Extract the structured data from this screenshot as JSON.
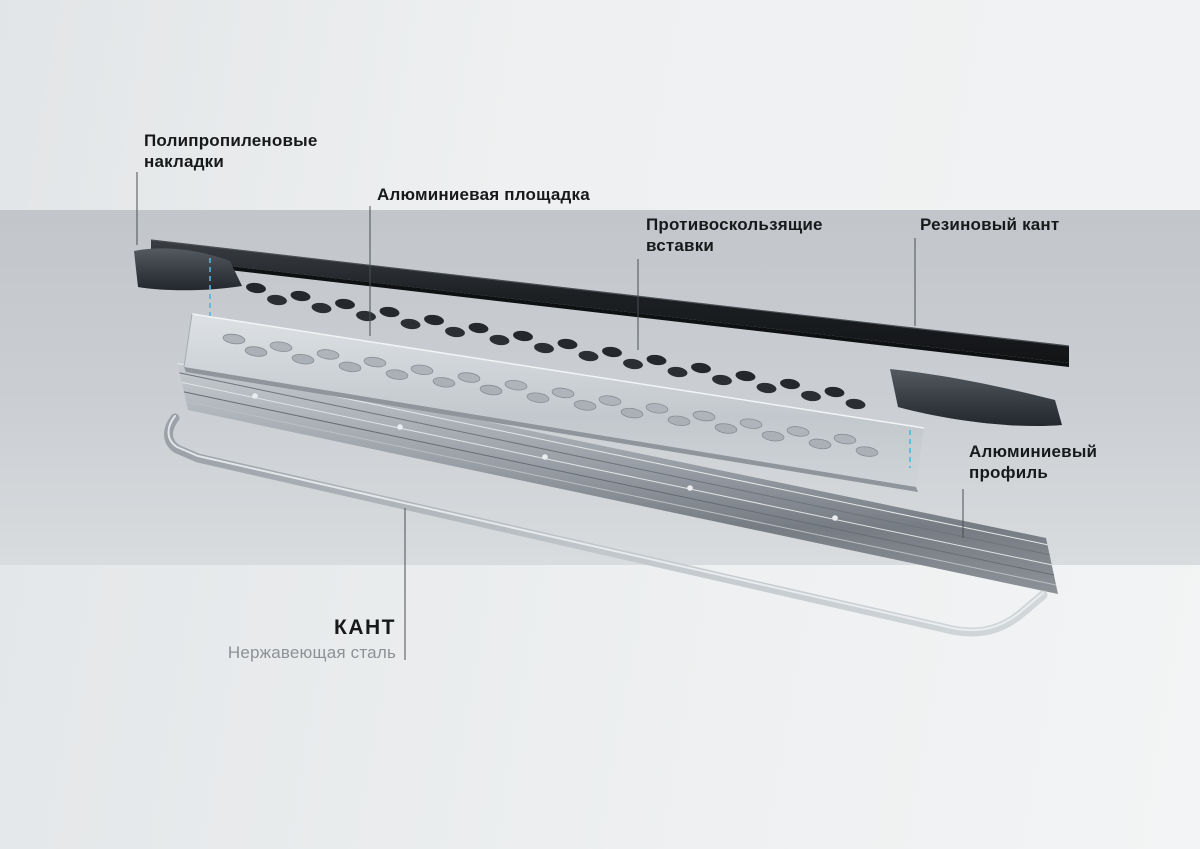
{
  "labels": {
    "pads_line1": "Полипропиленовые",
    "pads_line2": "накладки",
    "platform": "Алюминиевая площадка",
    "inserts_line1": "Противоскользящие",
    "inserts_line2": "вставки",
    "rubber": "Резиновый кант",
    "profile_line1": "Алюминиевый",
    "profile_line2": "профиль",
    "kant_title": "КАНТ",
    "kant_subtitle": "Нержавеющая сталь"
  },
  "colors": {
    "guide_accent": "#46bade",
    "label_text": "#17191b",
    "subtitle_gray": "#8d9196",
    "rubber_black": "#1d2023",
    "metal_light": "#ccd1d5",
    "band_gray": "#c8ccd0"
  }
}
